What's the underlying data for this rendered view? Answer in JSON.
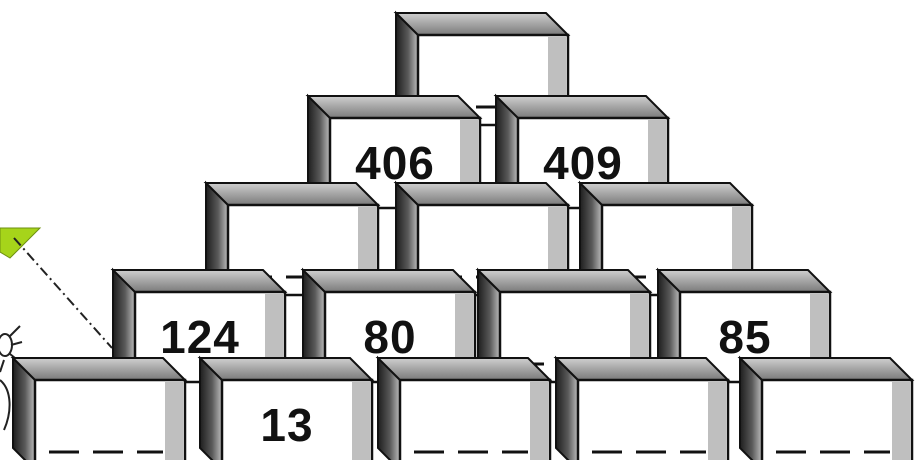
{
  "colors": {
    "paper": "#ffffff",
    "brick_face": "#ffffff",
    "brick_top": "#9a9a9a",
    "brick_side": "#2e2e2e",
    "outline": "#111111",
    "leaf": "#a6d41a"
  },
  "icons": [
    "leaf-icon",
    "spider-icon"
  ],
  "pyramid": {
    "rows": [
      [
        {
          "value": "",
          "blank": true
        }
      ],
      [
        {
          "value": "406",
          "blank": false
        },
        {
          "value": "409",
          "blank": false
        }
      ],
      [
        {
          "value": "",
          "blank": true
        },
        {
          "value": "",
          "blank": true
        },
        {
          "value": "",
          "blank": true
        }
      ],
      [
        {
          "value": "124",
          "blank": false
        },
        {
          "value": "80",
          "blank": false
        },
        {
          "value": "",
          "blank": true
        },
        {
          "value": "85",
          "blank": false
        }
      ],
      [
        {
          "value": "",
          "blank": true
        },
        {
          "value": "13",
          "blank": false
        },
        {
          "value": "",
          "blank": true
        },
        {
          "value": "",
          "blank": true
        },
        {
          "value": "",
          "blank": true
        }
      ]
    ]
  }
}
